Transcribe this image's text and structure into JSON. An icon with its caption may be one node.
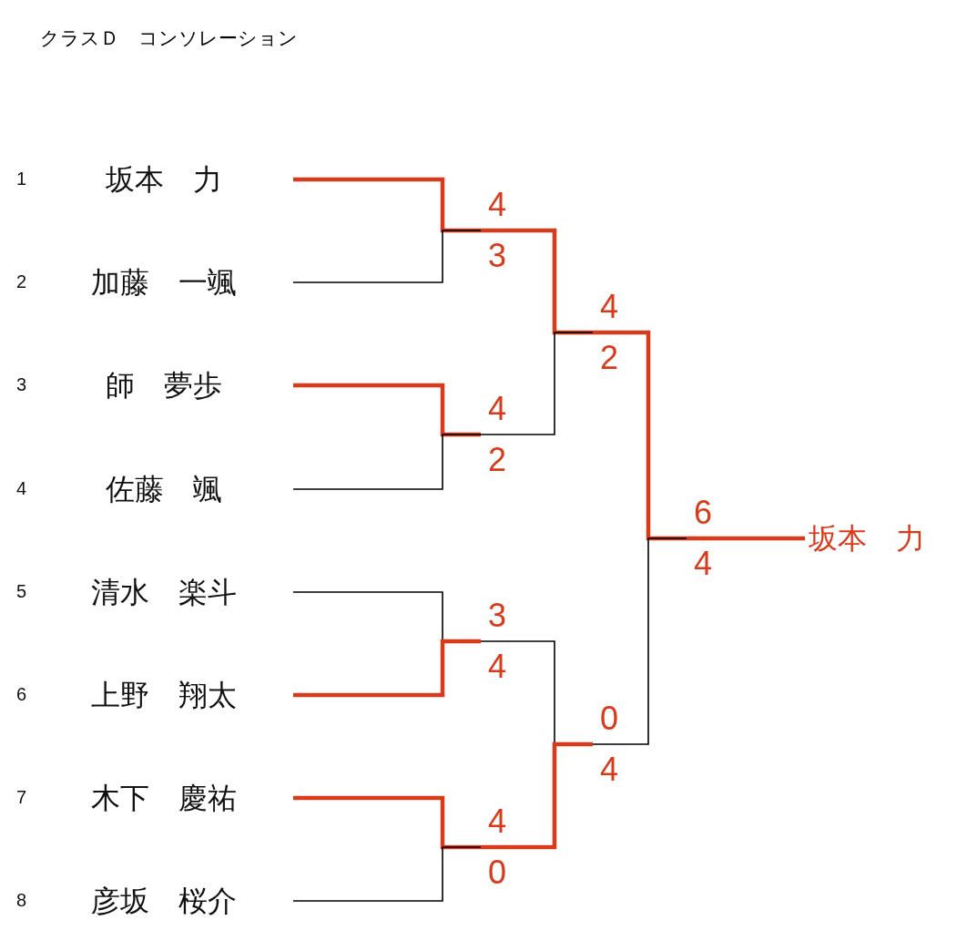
{
  "diagram": {
    "title": "クラスＤ　コンソレーション",
    "nodes": [
      {
        "text": [
          "坂本　力"
        ]
      },
      {
        "text": [
          "加藤　一颯"
        ]
      },
      {
        "text": [
          "師　夢歩"
        ]
      },
      {
        "text": [
          "佐藤　颯"
        ]
      },
      {
        "text": [
          "清水　楽斗"
        ]
      },
      {
        "text": [
          "上野　翔太"
        ]
      },
      {
        "text": [
          "木下　慶祐"
        ]
      },
      {
        "text": [
          "彦坂　桜介"
        ]
      },
      {
        "text": [
          "4",
          "3"
        ]
      },
      {
        "text": [
          "4",
          "2"
        ]
      },
      {
        "text": [
          "3",
          "4"
        ]
      },
      {
        "text": [
          "4",
          "0"
        ]
      },
      {
        "text": [
          "4",
          "2"
        ]
      },
      {
        "text": [
          "0",
          "4"
        ]
      },
      {
        "text": [
          "6",
          "4"
        ]
      },
      {
        "text": [
          "坂本　力"
        ]
      }
    ],
    "edges": [
      {
        "from": 0,
        "to": 8,
        "arrow": "none"
      },
      {
        "from": 1,
        "to": 8,
        "arrow": "none",
        "color": "#000000"
      },
      {
        "from": 2,
        "to": 9,
        "arrow": "none"
      },
      {
        "from": 3,
        "to": 9,
        "arrow": "none",
        "color": "#000000"
      },
      {
        "from": 4,
        "to": 10,
        "arrow": "none",
        "color": "#000000"
      },
      {
        "from": 5,
        "to": 10,
        "arrow": "none"
      },
      {
        "from": 6,
        "to": 11,
        "arrow": "none"
      },
      {
        "from": 7,
        "to": 11,
        "arrow": "none",
        "color": "#000000"
      },
      {
        "from": 8,
        "to": 12,
        "arrow": "none"
      },
      {
        "from": 9,
        "to": 12,
        "arrow": "none",
        "color": "#000000"
      },
      {
        "from": 10,
        "to": 13,
        "arrow": "none",
        "color": "#000000"
      },
      {
        "from": 11,
        "to": 13,
        "arrow": "none"
      },
      {
        "from": 12,
        "to": 14,
        "arrow": "none"
      },
      {
        "from": 13,
        "to": 14,
        "arrow": "none",
        "color": "#000000"
      },
      {
        "from": 14,
        "to": 15,
        "arrow": "none"
      }
    ],
    "labels": [
      "1",
      "2",
      "3",
      "4",
      "5",
      "6",
      "7",
      "8"
    ]
  }
}
